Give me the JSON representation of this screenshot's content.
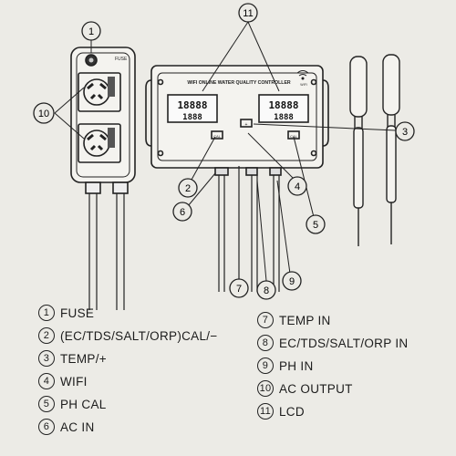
{
  "device": {
    "title": "WIFI ONLINE WATER QUALITY CONTROLLER",
    "wifi_mark": "WIFI",
    "display_left": {
      "line1": "18888",
      "line2": "1888"
    },
    "display_right": {
      "line1": "18888",
      "line2": "1888"
    },
    "button_left": "CAL",
    "button_mid": "+",
    "button_right": "CAL",
    "fuse_mark": "FUSE"
  },
  "callouts": [
    "1",
    "2",
    "3",
    "4",
    "5",
    "6",
    "7",
    "8",
    "9",
    "10",
    "11"
  ],
  "legend": [
    {
      "num": "1",
      "label": "FUSE"
    },
    {
      "num": "2",
      "label": "(EC/TDS/SALT/ORP)CAL/−"
    },
    {
      "num": "3",
      "label": "TEMP/+"
    },
    {
      "num": "4",
      "label": "WIFI"
    },
    {
      "num": "5",
      "label": "PH CAL"
    },
    {
      "num": "6",
      "label": "AC IN"
    },
    {
      "num": "7",
      "label": "TEMP IN"
    },
    {
      "num": "8",
      "label": "EC/TDS/SALT/ORP IN"
    },
    {
      "num": "9",
      "label": "PH IN"
    },
    {
      "num": "10",
      "label": "AC OUTPUT"
    },
    {
      "num": "11",
      "label": "LCD"
    }
  ]
}
